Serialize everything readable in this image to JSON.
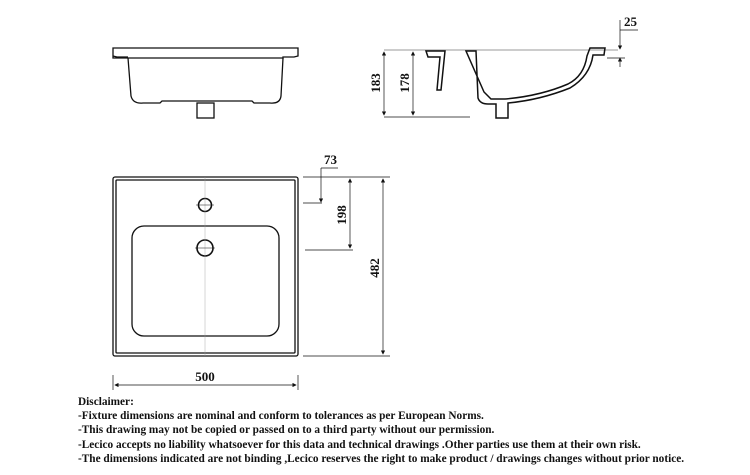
{
  "dimensions": {
    "depth_overall": "183",
    "depth_basin": "178",
    "rim_thickness": "25",
    "tap_hole_offset": "73",
    "drain_offset": "198",
    "depth_plan": "482",
    "width": "500"
  },
  "disclaimer": {
    "title": "Disclaimer:",
    "lines": [
      "-Fixture dimensions are nominal and conform to tolerances as per European Norms.",
      "-This drawing may not be copied or passed on to a third party without our permission.",
      "-Lecico accepts no liability whatsoever for this data and technical drawings .Other parties use them at their own risk.",
      "-The dimensions indicated are not binding ,Lecico reserves the right to make product / drawings changes without prior notice."
    ]
  }
}
